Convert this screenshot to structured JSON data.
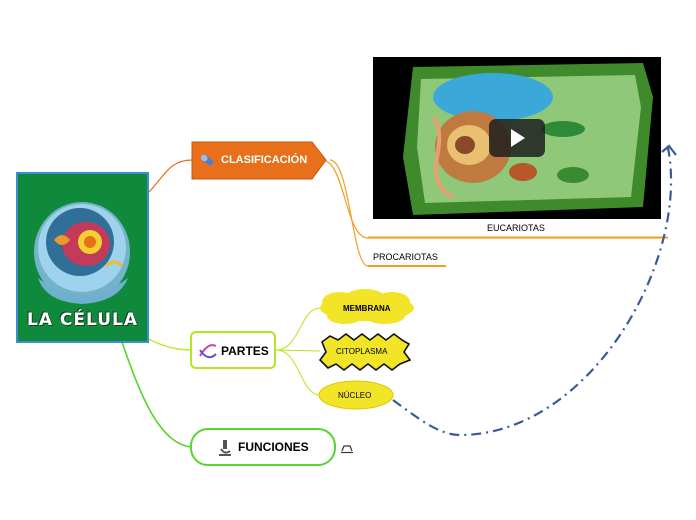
{
  "central": {
    "title": "LA CÉLULA"
  },
  "branches": {
    "clasificacion": {
      "label": "CLASIFICACIÓN",
      "icon": "pill-icon"
    },
    "partes": {
      "label": "PARTES",
      "icon": "dna-icon"
    },
    "funciones": {
      "label": "FUNCIONES",
      "icon": "microscope-icon"
    }
  },
  "clasificacion_children": [
    "EUCARIOTAS",
    "PROCARIOTAS"
  ],
  "partes_children": [
    "MEMBRANA",
    "CITOPLASMA",
    "NÚCLEO"
  ],
  "colors": {
    "central_bg": "#0f8a3c",
    "clasificacion_bg": "#e8701a",
    "partes_border": "#b5e61d",
    "funciones_border": "#55d62c",
    "callout_yellow": "#f2e427",
    "link_blue": "#3a5a9a"
  }
}
